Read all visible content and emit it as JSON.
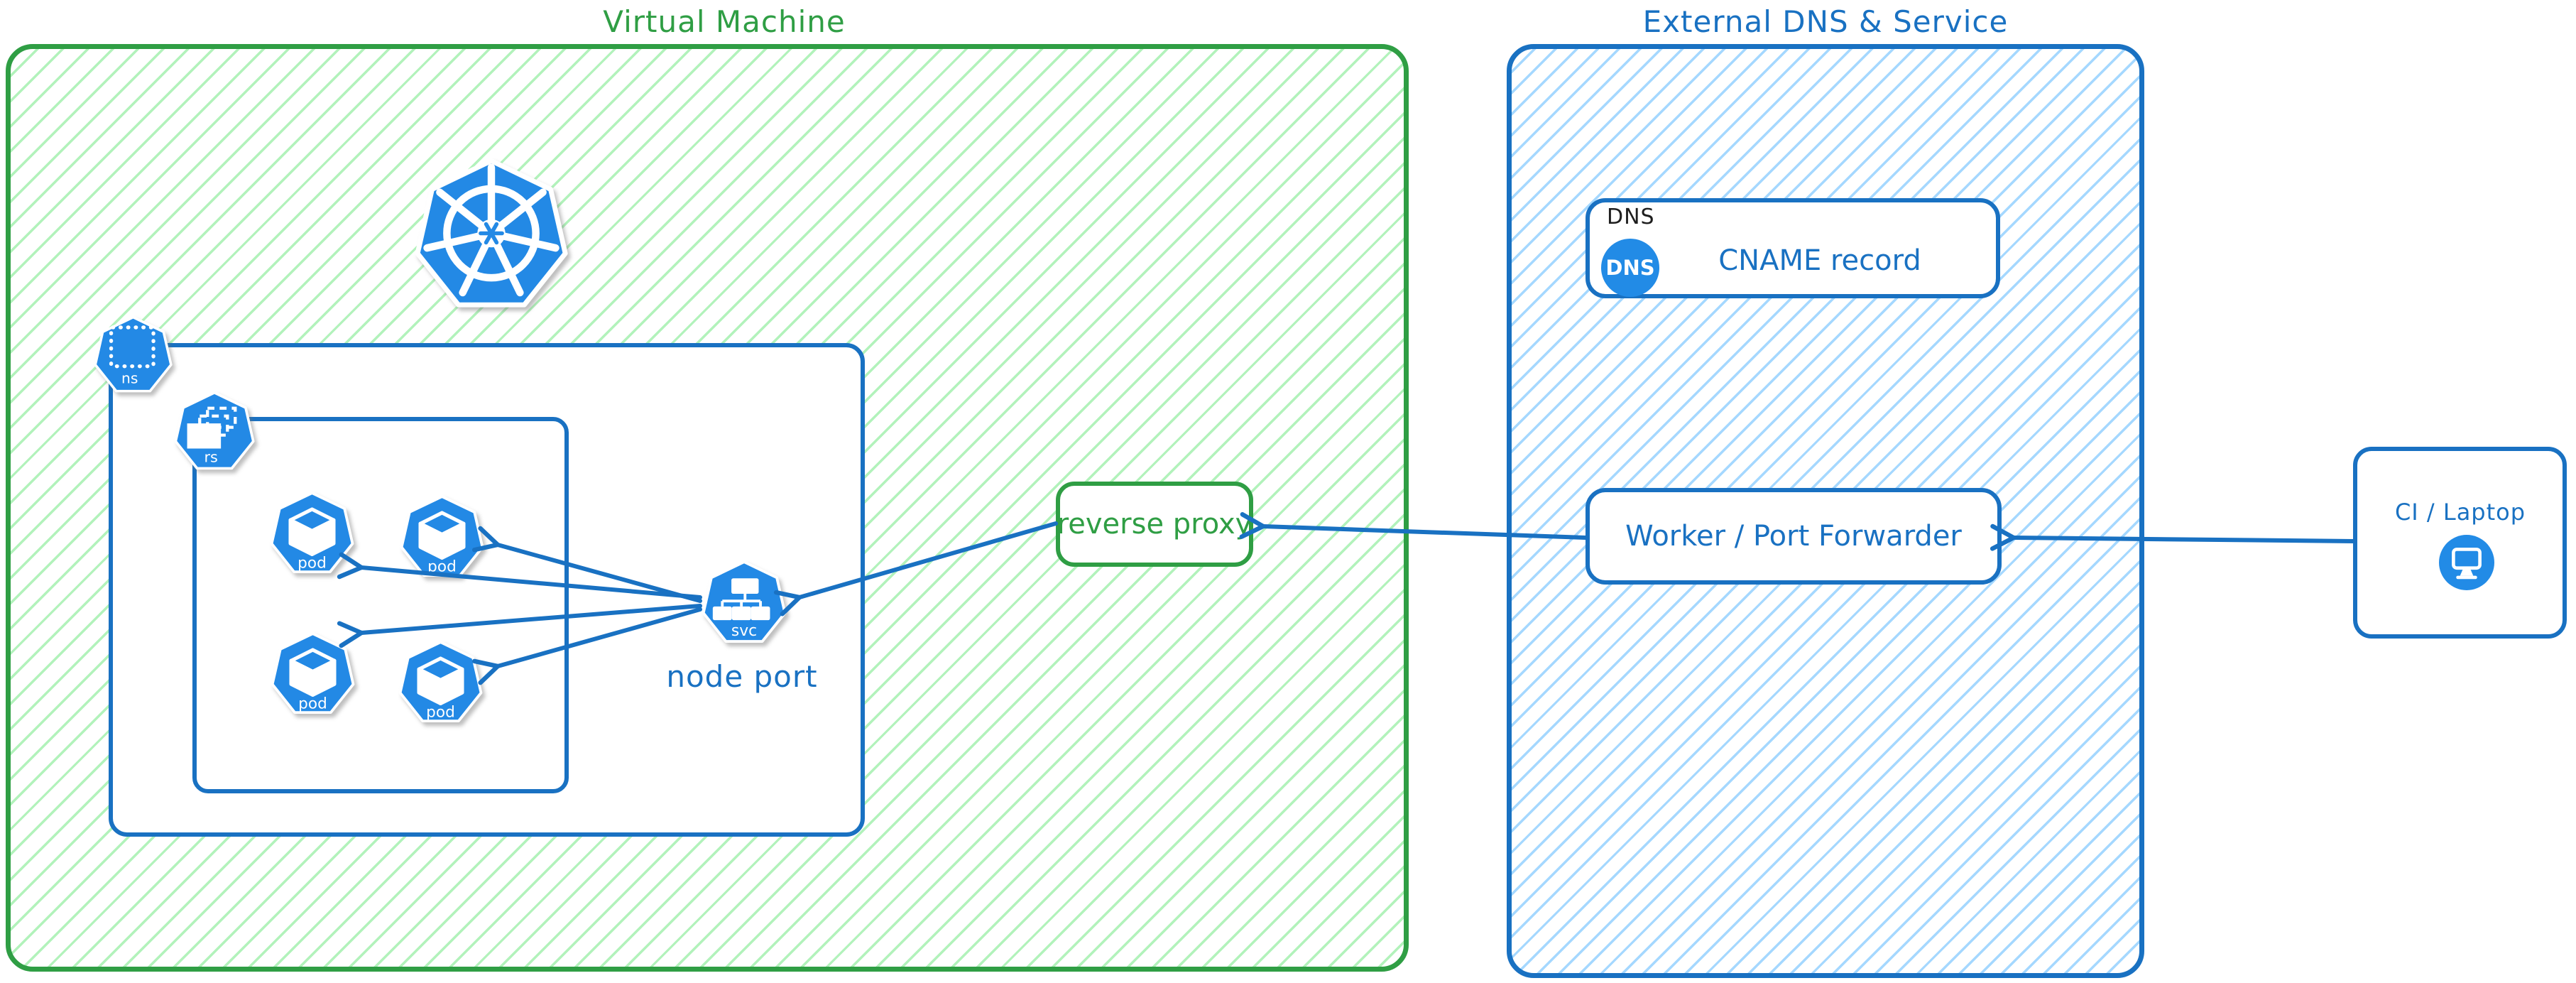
{
  "vm": {
    "title": "Virtual Machine"
  },
  "external": {
    "title": "External DNS & Service"
  },
  "kubernetes": {
    "cluster_icon": "kubernetes-logo",
    "namespace_label": "ns",
    "replicaset_label": "rs",
    "pod_label": "pod",
    "service_label": "svc",
    "node_port_label": "node port"
  },
  "reverse_proxy": {
    "label": "reverse proxy"
  },
  "dns": {
    "tag": "DNS",
    "icon_label": "DNS",
    "record_label": "CNAME record"
  },
  "worker": {
    "label": "Worker / Port Forwarder"
  },
  "client": {
    "label": "CI / Laptop",
    "icon": "monitor-icon"
  },
  "connections": [
    {
      "from": "ci-laptop",
      "to": "worker-port-forwarder"
    },
    {
      "from": "worker-port-forwarder",
      "to": "reverse-proxy"
    },
    {
      "from": "reverse-proxy",
      "to": "node-port-service"
    },
    {
      "from": "node-port-service",
      "to": "pod-1"
    },
    {
      "from": "node-port-service",
      "to": "pod-2"
    },
    {
      "from": "node-port-service",
      "to": "pod-3"
    },
    {
      "from": "node-port-service",
      "to": "pod-4"
    }
  ],
  "colors": {
    "green_stroke": "#2f9e44",
    "green_hatch": "#b2f2bb",
    "blue_stroke": "#1971c2",
    "blue_hatch": "#a5d8ff",
    "icon_blue": "#2389e5",
    "dns_circle_blue": "#228be6",
    "black_text": "#1e1e1e"
  }
}
